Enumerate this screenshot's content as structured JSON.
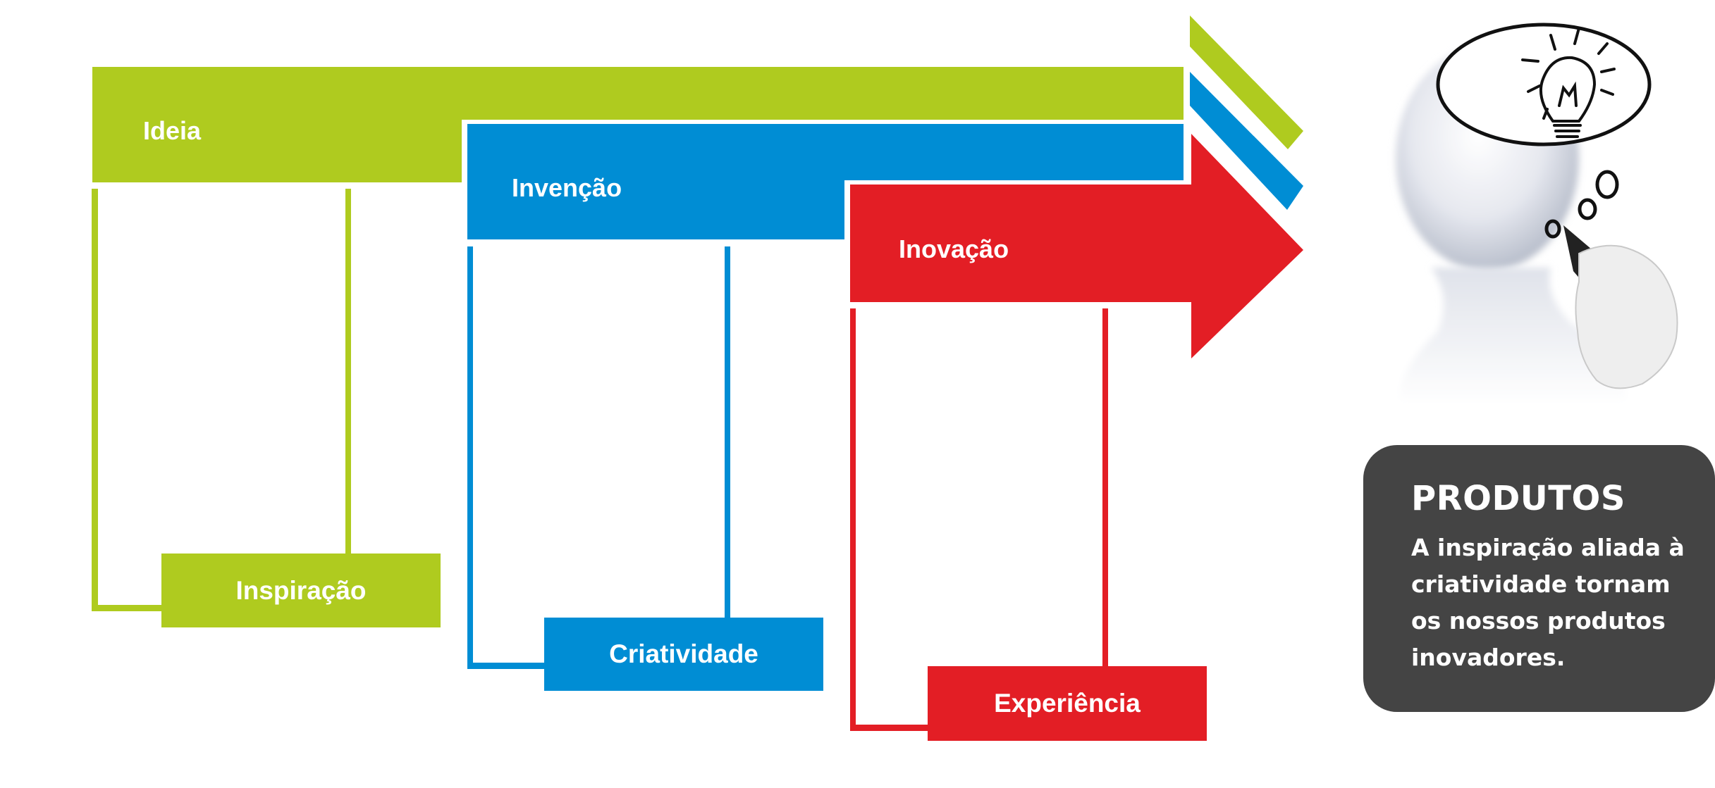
{
  "colors": {
    "green": "#afcb1f",
    "blue": "#008dd4",
    "red": "#e31e25",
    "panel": "#444444",
    "text_on_color": "#ffffff"
  },
  "stages": [
    {
      "label": "Ideia",
      "sublabel": "Inspiração",
      "color": "green"
    },
    {
      "label": "Invenção",
      "sublabel": "Criatividade",
      "color": "blue"
    },
    {
      "label": "Inovação",
      "sublabel": "Experiência",
      "color": "red"
    }
  ],
  "illustration": {
    "subject": "3D figure drawing a thought bubble",
    "icon": "lightbulb-icon"
  },
  "info_box": {
    "title": "PRODUTOS",
    "body_lines": [
      "A inspiração aliada à",
      "criatividade tornam",
      "os nossos produtos",
      "inovadores."
    ]
  }
}
